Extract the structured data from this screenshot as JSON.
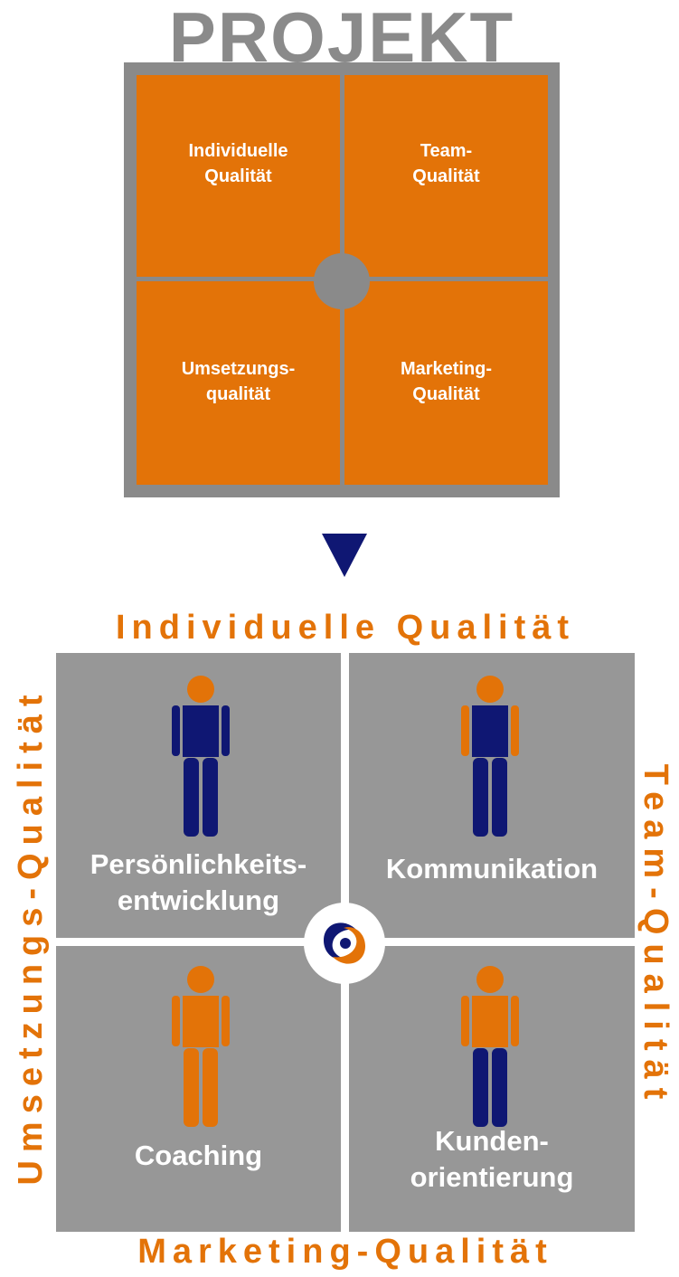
{
  "project": {
    "title": "PROJEKT",
    "cells": [
      {
        "label": "Individuelle\nQualität"
      },
      {
        "label": "Team-\nQualität"
      },
      {
        "label": "Umsetzungs-\nqualität"
      },
      {
        "label": "Marketing-\nQualität"
      }
    ]
  },
  "matrix": {
    "top_label": "Individuelle Qualität",
    "bottom_label": "Marketing-Qualität",
    "left_label": "Umsetzungs-Qualität",
    "right_label": "Team-Qualität",
    "quadrants": [
      {
        "label": "Persönlichkeits-\nentwicklung",
        "person": {
          "arms": "navy",
          "torso": "navy",
          "legs": "navy"
        }
      },
      {
        "label": "Kommunikation",
        "person": {
          "arms": "orange",
          "torso": "navy",
          "legs": "navy"
        }
      },
      {
        "label": "Coaching",
        "person": {
          "arms": "orange",
          "torso": "orange",
          "legs": "orange"
        }
      },
      {
        "label": "Kunden-\norientierung",
        "person": {
          "arms": "orange",
          "torso": "orange",
          "legs": "navy"
        }
      }
    ]
  },
  "colors": {
    "orange": "#e37308",
    "gray": "#8a8a8a",
    "quad_gray": "#979797",
    "navy": "#0f1773"
  },
  "icons": {
    "arrow": "down-triangle-icon",
    "logo": "swirl-logo-icon"
  }
}
